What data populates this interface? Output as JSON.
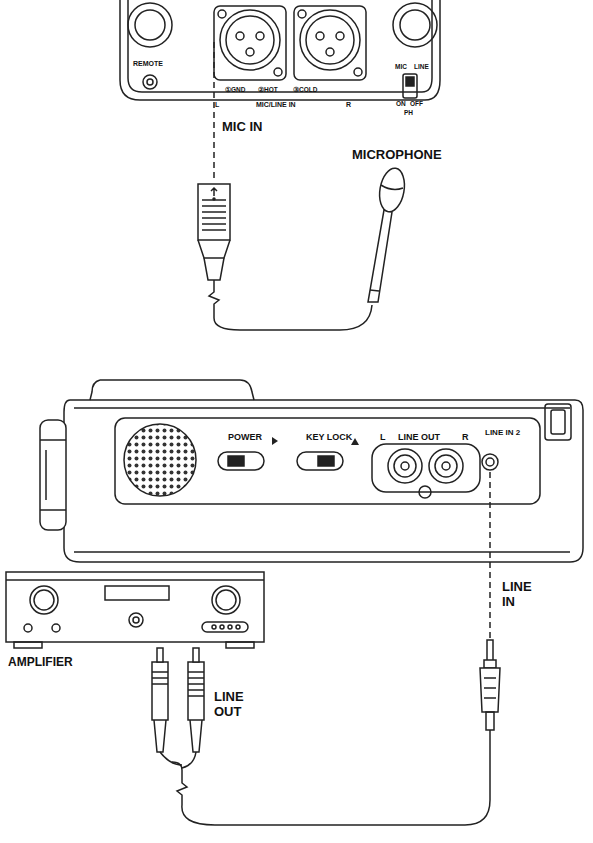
{
  "diagram": {
    "labels": [
      "REMOTE",
      "①GND",
      "②HOT",
      "③COLD",
      "L",
      "MIC/LINE IN",
      "R",
      "MIC",
      "LINE",
      "ON",
      "OFF",
      "PH",
      "MIC IN",
      "MICROPHONE",
      "POWER",
      "KEY LOCK",
      "L",
      "LINE OUT",
      "R",
      "LINE IN 2",
      "LINE IN",
      "AMPLIFIER",
      "LINE OUT"
    ]
  }
}
